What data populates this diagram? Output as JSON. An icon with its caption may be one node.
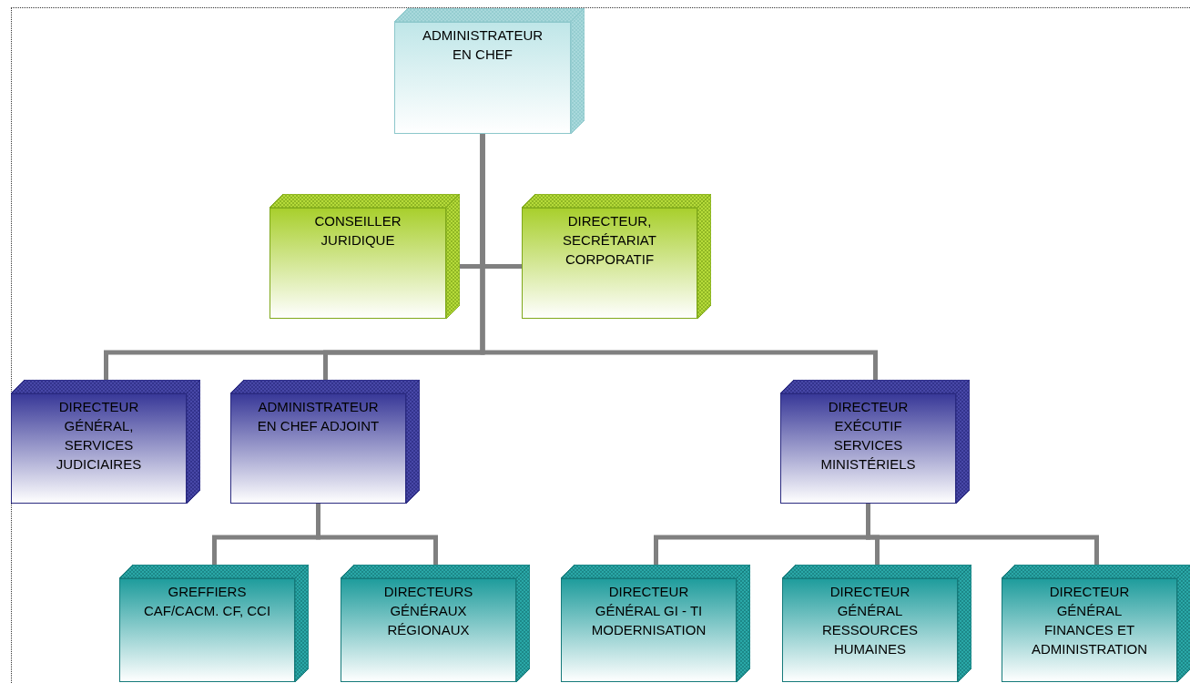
{
  "diagram": {
    "nodes": [
      {
        "text": [
          "ADMINISTRATEUR EN CHEF"
        ]
      },
      {
        "text": [
          "CONSEILLER JURIDIQUE"
        ]
      },
      {
        "text": [
          "DIRECTEUR, SECRÉTARIAT CORPORATIF"
        ]
      },
      {
        "text": [
          "DIRECTEUR GÉNÉRAL, SERVICES JUDICIAIRES"
        ]
      },
      {
        "text": [
          "ADMINISTRATEUR EN CHEF ADJOINT"
        ]
      },
      {
        "text": [
          "DIRECTEUR EXÉCUTIF SERVICES MINISTÉRIELS"
        ]
      },
      {
        "text": [
          "GREFFIERS CAF/CACM. CF, CCI"
        ]
      },
      {
        "text": [
          "DIRECTEURS GÉNÉRAUX RÉGIONAUX"
        ]
      },
      {
        "text": [
          "DIRECTEUR GÉNÉRAL GI - TI MODERNISATION"
        ]
      },
      {
        "text": [
          "DIRECTEUR GÉNÉRAL RESSOURCES HUMAINES"
        ]
      },
      {
        "text": [
          "DIRECTEUR GÉNÉRAL FINANCES ET ADMINISTRATION"
        ]
      }
    ],
    "edges": [
      {
        "from": 0,
        "to": 1,
        "arrow": "none"
      },
      {
        "from": 0,
        "to": 2,
        "arrow": "none"
      },
      {
        "from": 0,
        "to": 3,
        "arrow": "none"
      },
      {
        "from": 0,
        "to": 4,
        "arrow": "none"
      },
      {
        "from": 0,
        "to": 5,
        "arrow": "none"
      },
      {
        "from": 4,
        "to": 6,
        "arrow": "none"
      },
      {
        "from": 4,
        "to": 7,
        "arrow": "none"
      },
      {
        "from": 5,
        "to": 8,
        "arrow": "none"
      },
      {
        "from": 5,
        "to": 9,
        "arrow": "none"
      },
      {
        "from": 5,
        "to": 10,
        "arrow": "none"
      }
    ]
  }
}
